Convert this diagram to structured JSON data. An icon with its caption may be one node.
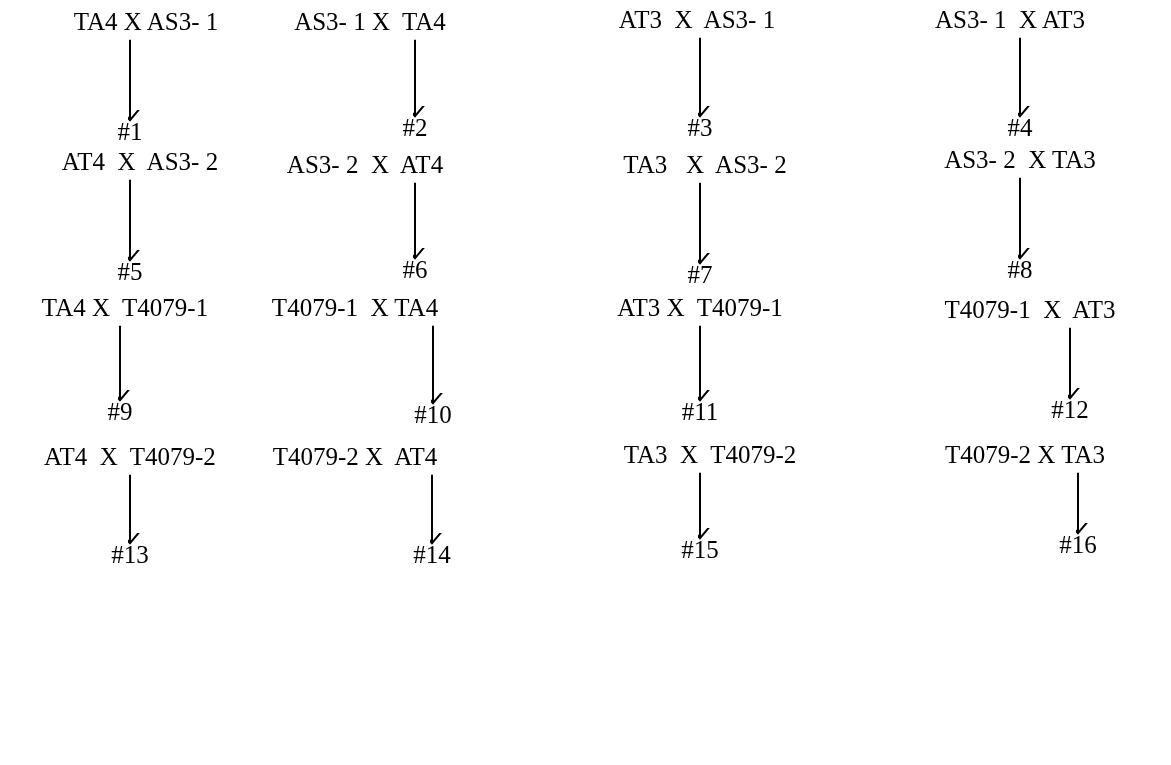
{
  "diagram": {
    "nodes": [
      {
        "text": [
          "TA4 X AS3- 1"
        ]
      },
      {
        "text": [
          "#1"
        ]
      },
      {
        "text": [
          "AS3- 1 X  TA4"
        ]
      },
      {
        "text": [
          "#2"
        ]
      },
      {
        "text": [
          "AT3  X  AS3- 1"
        ]
      },
      {
        "text": [
          "#3"
        ]
      },
      {
        "text": [
          "AS3- 1  X AT3"
        ]
      },
      {
        "text": [
          "#4"
        ]
      },
      {
        "text": [
          "AT4  X  AS3- 2"
        ]
      },
      {
        "text": [
          "#5"
        ]
      },
      {
        "text": [
          "AS3- 2  X  AT4"
        ]
      },
      {
        "text": [
          "#6"
        ]
      },
      {
        "text": [
          "TA3   X  AS3- 2"
        ]
      },
      {
        "text": [
          "#7"
        ]
      },
      {
        "text": [
          "AS3- 2  X TA3"
        ]
      },
      {
        "text": [
          "#8"
        ]
      },
      {
        "text": [
          "TA4 X  T4079-1"
        ]
      },
      {
        "text": [
          "#9"
        ]
      },
      {
        "text": [
          "T4079-1  X TA4"
        ]
      },
      {
        "text": [
          "#10"
        ]
      },
      {
        "text": [
          "AT3 X  T4079-1"
        ]
      },
      {
        "text": [
          "#11"
        ]
      },
      {
        "text": [
          "T4079-1  X  AT3"
        ]
      },
      {
        "text": [
          "#12"
        ]
      },
      {
        "text": [
          "AT4  X  T4079-2"
        ]
      },
      {
        "text": [
          "#13"
        ]
      },
      {
        "text": [
          "T4079-2 X  AT4"
        ]
      },
      {
        "text": [
          "#14"
        ]
      },
      {
        "text": [
          "TA3  X  T4079-2"
        ]
      },
      {
        "text": [
          "#15"
        ]
      },
      {
        "text": [
          "T4079-2 X TA3"
        ]
      },
      {
        "text": [
          "#16"
        ]
      }
    ],
    "edges": [
      {
        "from": 0,
        "to": 1,
        "arrow": "to"
      },
      {
        "from": 2,
        "to": 3,
        "arrow": "to"
      },
      {
        "from": 4,
        "to": 5,
        "arrow": "to"
      },
      {
        "from": 6,
        "to": 7,
        "arrow": "to"
      },
      {
        "from": 8,
        "to": 9,
        "arrow": "to"
      },
      {
        "from": 10,
        "to": 11,
        "arrow": "to"
      },
      {
        "from": 12,
        "to": 13,
        "arrow": "to"
      },
      {
        "from": 14,
        "to": 15,
        "arrow": "to"
      },
      {
        "from": 16,
        "to": 17,
        "arrow": "to"
      },
      {
        "from": 18,
        "to": 19,
        "arrow": "to"
      },
      {
        "from": 20,
        "to": 21,
        "arrow": "to"
      },
      {
        "from": 22,
        "to": 23,
        "arrow": "to"
      },
      {
        "from": 24,
        "to": 25,
        "arrow": "to"
      },
      {
        "from": 26,
        "to": 27,
        "arrow": "to"
      },
      {
        "from": 28,
        "to": 29,
        "arrow": "to"
      },
      {
        "from": 30,
        "to": 31,
        "arrow": "to"
      }
    ]
  }
}
